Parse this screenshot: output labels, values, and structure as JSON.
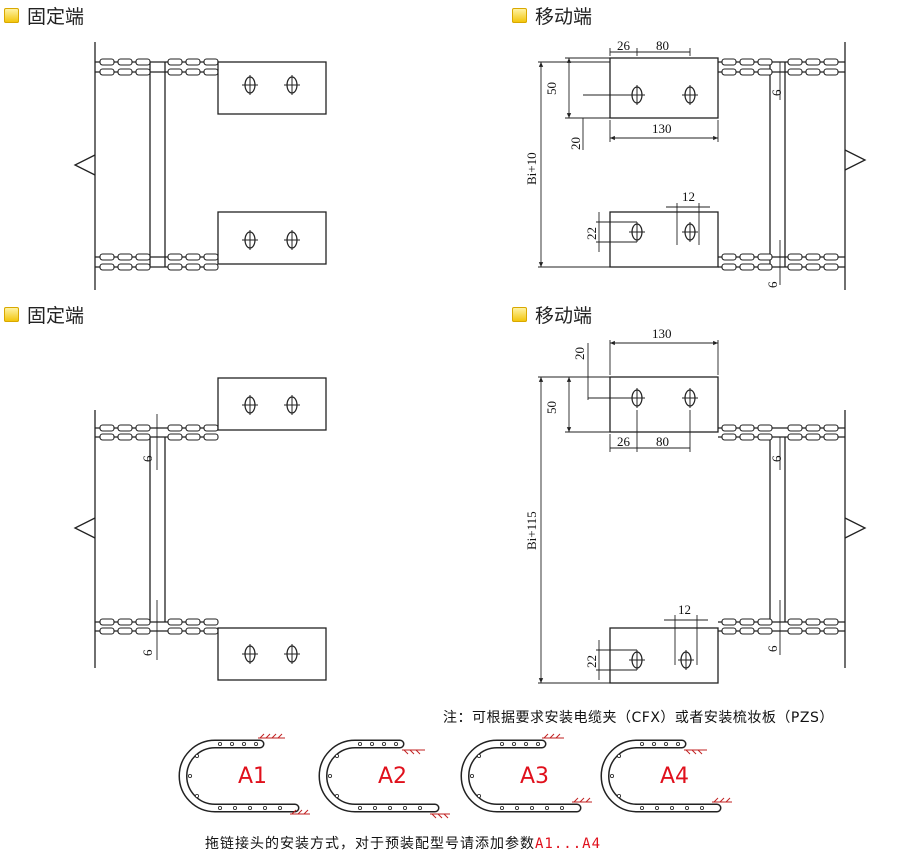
{
  "titles": {
    "top_left": "固定端",
    "top_right": "移动端",
    "bottom_left": "固定端",
    "bottom_right": "移动端"
  },
  "dims": {
    "top_right": {
      "d26": "26",
      "d80": "80",
      "d50": "50",
      "d20": "20",
      "d130": "130",
      "d6a": "6",
      "d6b": "6",
      "d12": "12",
      "d22": "22",
      "height": "Bi+10"
    },
    "bottom_left": {
      "d6a": "6",
      "d6b": "6"
    },
    "bottom_right": {
      "d130": "130",
      "d20": "20",
      "d50": "50",
      "d26": "26",
      "d80": "80",
      "d6a": "6",
      "d6b": "6",
      "d12": "12",
      "d22": "22",
      "height": "Bi+115"
    }
  },
  "note": "注：可根据要求安装电缆夹（CFX）或者安装梳妆板（PZS）",
  "mounting_options": [
    "A1",
    "A2",
    "A3",
    "A4"
  ],
  "caption": {
    "prefix": "拖链接头的安装方式，对于预装配型号请添加参数",
    "code_start": "A1",
    "ellipsis": "...",
    "code_end": "A4"
  },
  "colors": {
    "accent_red": "#e0101c",
    "bullet_yellow": "#f2c200",
    "line": "#222222"
  }
}
